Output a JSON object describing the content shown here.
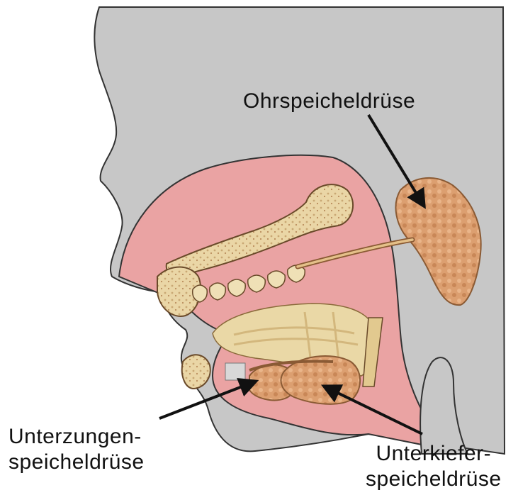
{
  "labels": {
    "parotid": "Ohrspeicheldrüse",
    "sublingual_line1": "Unterzungen-",
    "sublingual_line2": "speicheldrüse",
    "submandibular_line1": "Unterkiefer-",
    "submandibular_line2": "speicheldrüse"
  },
  "colors": {
    "head": "#c7c7c7",
    "cavity": "#eaa3a3",
    "bone": "#e8d3a4",
    "gland": "#d99a6a",
    "tongue": "#ead8a6",
    "arrow": "#111111"
  }
}
